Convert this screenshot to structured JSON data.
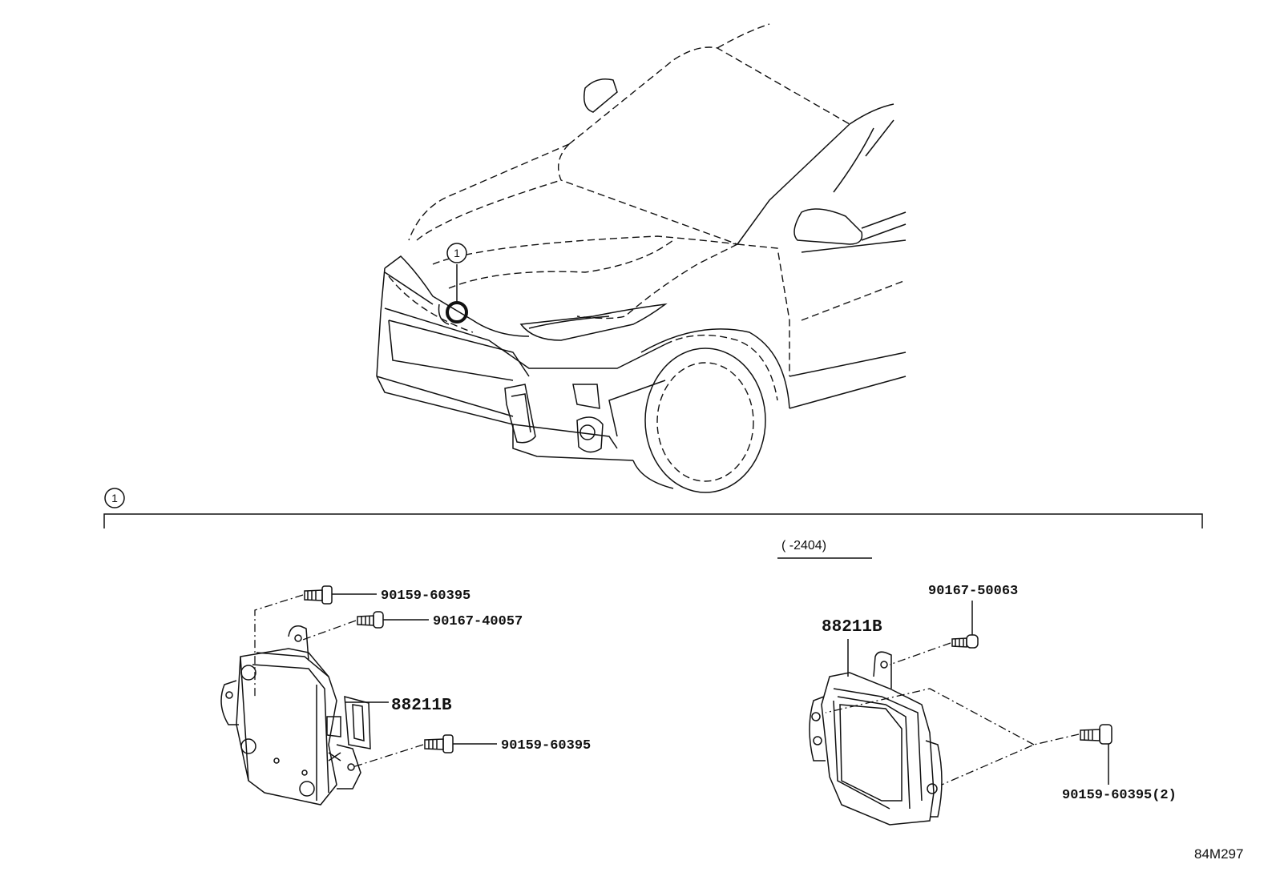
{
  "callout_id": "1",
  "date_range": "(      -2404)",
  "diagram_code": "84M297",
  "left_assembly": {
    "bolt_top": "90159-60395",
    "screw_top": "90167-40057",
    "module": "88211B",
    "bolt_bottom": "90159-60395"
  },
  "right_assembly": {
    "screw_top": "90167-50063",
    "module": "88211B",
    "bolt_right": "90159-60395(2)"
  },
  "icons": [
    "callout-circle-icon",
    "bolt-icon",
    "screw-icon",
    "sensor-module-icon",
    "car-front-icon"
  ]
}
